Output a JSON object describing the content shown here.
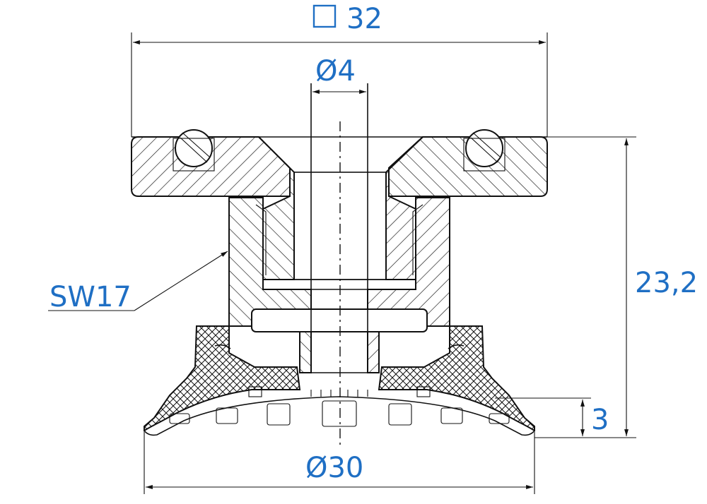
{
  "dimensions": {
    "flange_square": "32",
    "bore_diameter": "Ø4",
    "wrench_size": "SW17",
    "overall_height": "23,2",
    "lip_height": "3",
    "cup_diameter": "Ø30"
  },
  "colors": {
    "dimension_text": "#1f6fc4",
    "lines": "#111111"
  }
}
